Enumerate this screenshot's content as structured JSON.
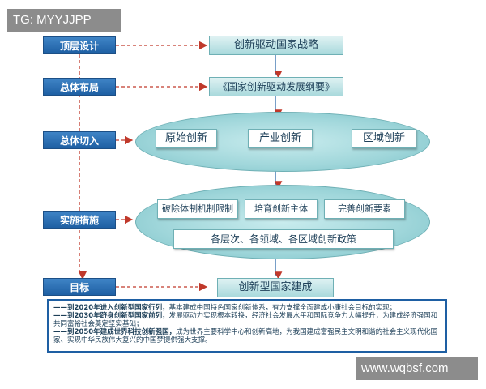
{
  "watermark_top": "TG: MYYJJPP",
  "watermark_bottom": "www.wqbsf.com",
  "levels": {
    "top_design": "顶层设计",
    "overall_layout": "总体布局",
    "overall_entry": "总体切入",
    "measures": "实施措施",
    "goal": "目标"
  },
  "strategy": "创新驱动国家战略",
  "outline": "《国家创新驱动发展纲要》",
  "entry_items": [
    "原始创新",
    "产业创新",
    "区域创新"
  ],
  "measure_items": [
    "破除体制机制限制",
    "培育创新主体",
    "完善创新要素"
  ],
  "policy": "各层次、各领域、各区域创新政策",
  "goal_box": "创新型国家建成",
  "goal_lines": [
    {
      "bold": "——到2020年进入创新型国家行列，",
      "text": "基本建成中国特色国家创新体系，有力支撑全面建成小康社会目标的实现；"
    },
    {
      "bold": "——到2030年跻身创新型国家前列，",
      "text": "发展驱动力实现根本转换，经济社会发展水平和国际竞争力大幅提升，为建成经济强国和共同富裕社会奠定坚实基础；"
    },
    {
      "bold": "——到2050年建成世界科技创新强国，",
      "text": "成为世界主要科学中心和创新高地，为我国建成富强民主文明和谐的社会主义现代化国家、实现中华民族伟大复兴的中国梦提供强大支撑。"
    }
  ]
}
